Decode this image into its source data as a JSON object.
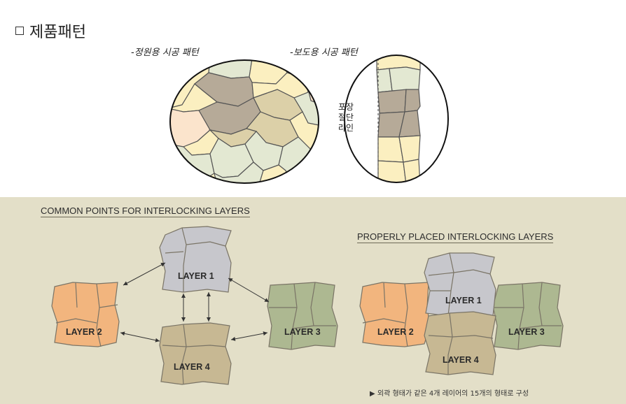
{
  "top": {
    "title": "제품패턴",
    "caption_garden": "-정원용 시공 패턴",
    "caption_walkway": "-보도용 시공 패턴",
    "cut_label_lines": [
      "포장",
      "절단",
      "라인"
    ]
  },
  "bottom": {
    "left_title": "COMMON POINTS FOR INTERLOCKING LAYERS",
    "right_title": "PROPERLY PLACED INTERLOCKING LAYERS",
    "layers": [
      "LAYER 1",
      "LAYER 2",
      "LAYER 3",
      "LAYER 4"
    ],
    "footnote": "외곽 형태가 같은 4개 레이어의 15개의 형태로 구성"
  },
  "colors": {
    "layer1": "#c7c7cc",
    "layer2": "#f2b57e",
    "layer3": "#adb891",
    "layer4": "#c7b893",
    "cream": "#fbefc0",
    "pale_green": "#e3e8d2",
    "taupe": "#b6aa98",
    "tan": "#dcd0a8",
    "peach": "#fbe4cc",
    "panel_bg": "#e3dfc8"
  }
}
